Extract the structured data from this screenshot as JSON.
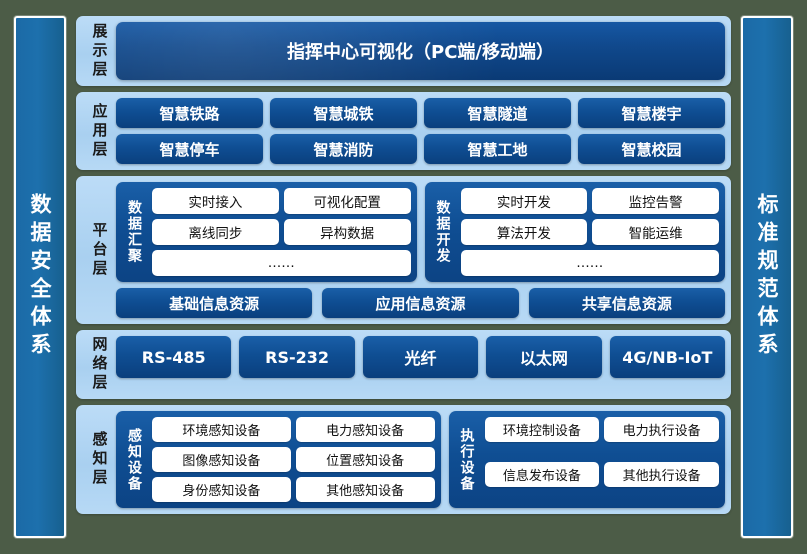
{
  "left_pillar": {
    "label": "数据安全体系"
  },
  "right_pillar": {
    "label": "标准规范体系"
  },
  "colors": {
    "background": "#4c5c47",
    "pillar_blue": "#1d70ad",
    "panel_light_blue": "#aed3f0",
    "chip_navy": "#0f4e93",
    "chip_white": "#ffffff",
    "text_light": "#ffffff",
    "text_dark": "#111111"
  },
  "layers": [
    {
      "id": "display-layer",
      "label": "展示层",
      "banner": "指挥中心可视化（PC端/移动端）"
    },
    {
      "id": "application-layer",
      "label": "应用层",
      "row1": [
        "智慧铁路",
        "智慧城铁",
        "智慧隧道",
        "智慧楼宇"
      ],
      "row2": [
        "智慧停车",
        "智慧消防",
        "智慧工地",
        "智慧校园"
      ]
    },
    {
      "id": "platform-layer",
      "label": "平台层",
      "groups": [
        {
          "title": "数据汇聚",
          "items": [
            "实时接入",
            "可视化配置",
            "离线同步",
            "异构数据"
          ],
          "more": "……"
        },
        {
          "title": "数据开发",
          "items": [
            "实时开发",
            "监控告警",
            "算法开发",
            "智能运维"
          ],
          "more": "……"
        }
      ],
      "resources": [
        "基础信息资源",
        "应用信息资源",
        "共享信息资源"
      ]
    },
    {
      "id": "network-layer",
      "label": "网络层",
      "items": [
        "RS-485",
        "RS-232",
        "光纤",
        "以太网",
        "4G/NB-IoT"
      ]
    },
    {
      "id": "perception-layer",
      "label": "感知层",
      "groups": [
        {
          "title": "感知设备",
          "items": [
            "环境感知设备",
            "电力感知设备",
            "图像感知设备",
            "位置感知设备",
            "身份感知设备",
            "其他感知设备"
          ]
        },
        {
          "title": "执行设备",
          "items": [
            "环境控制设备",
            "电力执行设备",
            "信息发布设备",
            "其他执行设备"
          ]
        }
      ]
    }
  ]
}
